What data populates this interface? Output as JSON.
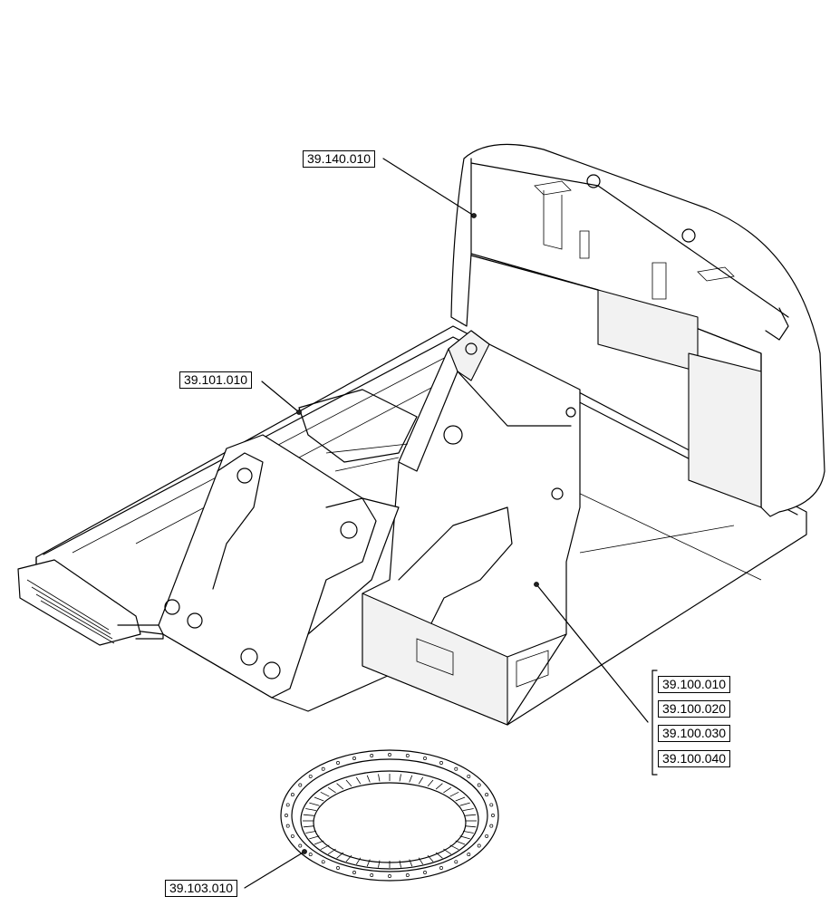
{
  "callouts": {
    "counterweight": "39.140.010",
    "front_frame": "39.101.010",
    "main_frame": [
      "39.100.010",
      "39.100.020",
      "39.100.030",
      "39.100.040"
    ],
    "slewing_ring": "39.103.010"
  }
}
